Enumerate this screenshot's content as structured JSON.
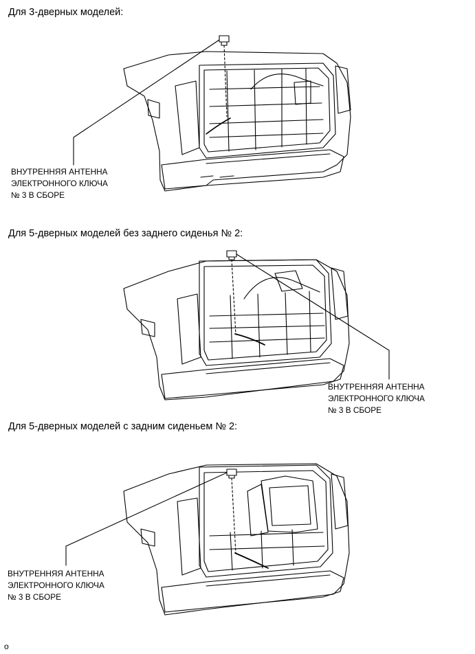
{
  "sections": [
    {
      "heading": "Для 3-дверных моделей:",
      "callout": [
        "ВНУТРЕННЯЯ АНТЕННА",
        "ЭЛЕКТРОННОГО КЛЮЧА",
        "№ 3 В СБОРЕ"
      ],
      "callout_side": "left"
    },
    {
      "heading": "Для 5-дверных моделей без заднего сиденья № 2:",
      "callout": [
        "ВНУТРЕННЯЯ АНТЕННА",
        "ЭЛЕКТРОННОГО КЛЮЧА",
        "№ 3 В СБОРЕ"
      ],
      "callout_side": "right"
    },
    {
      "heading": "Для 5-дверных моделей с задним сиденьем № 2:",
      "callout": [
        "ВНУТРЕННЯЯ АНТЕННА",
        "ЭЛЕКТРОННОГО КЛЮЧА",
        "№ 3 В СБОРЕ"
      ],
      "callout_side": "left"
    }
  ],
  "footer": "о",
  "colors": {
    "line": "#000000",
    "background": "#ffffff"
  }
}
